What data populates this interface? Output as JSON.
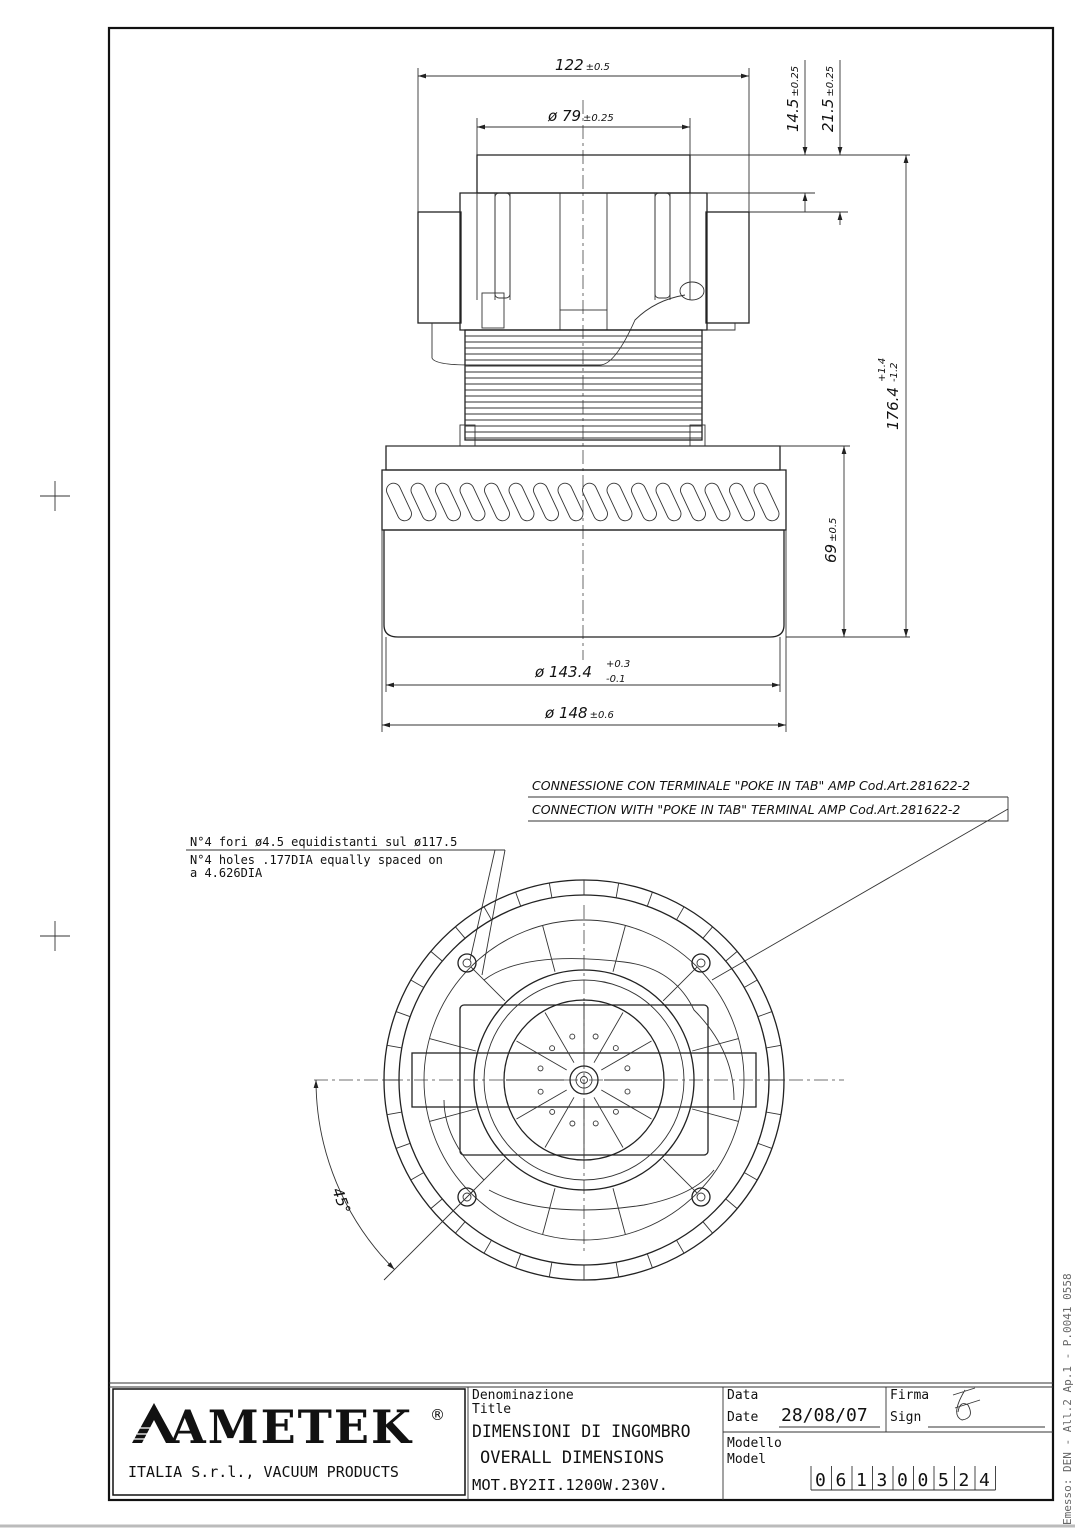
{
  "side_view": {
    "width_top": {
      "value": "122",
      "tol": "±0.5"
    },
    "dia_top": {
      "value": "ø 79",
      "tol": "±0.25"
    },
    "h1": {
      "value": "14.5",
      "tol": "±0.25"
    },
    "h2": {
      "value": "21.5",
      "tol": "±0.25"
    },
    "height_total": {
      "value": "176.4",
      "tol_plus": "+1.4",
      "tol_minus": "-1.2"
    },
    "height_fan": {
      "value": "69",
      "tol": "±0.5"
    },
    "dia_fan": {
      "value": "ø 143.4",
      "tol_plus": "+0.3",
      "tol_minus": "-0.1"
    },
    "dia_base": {
      "value": "ø 148",
      "tol": "±0.6"
    }
  },
  "notes": {
    "connection_it": "CONNESSIONE CON TERMINALE \"POKE IN TAB\" AMP Cod.Art.281622-2",
    "connection_en": "CONNECTION WITH \"POKE IN TAB\" TERMINAL AMP Cod.Art.281622-2",
    "holes_it": "N°4 fori ø4.5 equidistanti sul ø117.5",
    "holes_en_1": "N°4 holes .177DIA equally spaced on",
    "holes_en_2": "a 4.626DIA",
    "angle": "45°"
  },
  "title_block": {
    "brand": "AMETEK",
    "registered": "®",
    "company": "ITALIA S.r.l., VACUUM PRODUCTS",
    "title_label_it": "Denominazione",
    "title_label_en": "Title",
    "title_it": "DIMENSIONI DI INGOMBRO",
    "title_en": "OVERALL DIMENSIONS",
    "title_model": "MOT.BY2II.1200W.230V.",
    "date_label_it": "Data",
    "date_label_en": "Date",
    "date_value": "28/08/07",
    "sign_label_it": "Firma",
    "sign_label_en": "Sign",
    "model_label_it": "Modello",
    "model_label_en": "Model",
    "model_digits": [
      "0",
      "6",
      "1",
      "3",
      "0",
      "0",
      "5",
      "2",
      "4"
    ]
  },
  "side_text": "Emesso: DEN  -  All.2 Ap.1 - P.0041 0558"
}
